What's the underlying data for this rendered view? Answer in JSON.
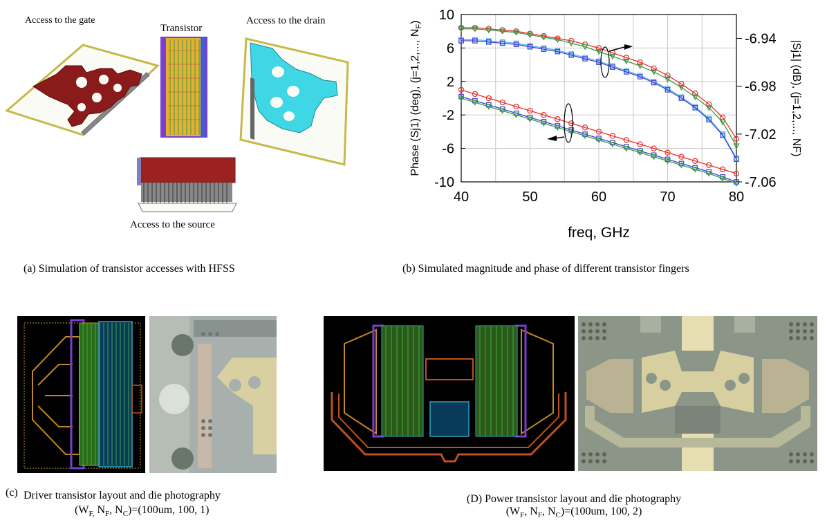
{
  "panel_a": {
    "labels": {
      "gate": "Access to the gate",
      "transistor": "Transistor",
      "drain": "Access to the drain",
      "source": "Access to the source"
    },
    "caption": "(a) Simulation of transistor accesses with HFSS"
  },
  "panel_b": {
    "caption": "(b) Simulated magnitude and phase of different transistor fingers"
  },
  "panel_c": {
    "caption_prefix": "(c)",
    "caption_line1": "Driver transistor layout and die photography",
    "caption_line2": "(W",
    "caption_line2_sub1": "F,",
    "caption_line2_mid1": " N",
    "caption_line2_sub2": "F",
    "caption_line2_mid2": ", N",
    "caption_line2_sub3": "C",
    "caption_line2_end": ")=(100um, 100, 1)"
  },
  "panel_d": {
    "caption_line1": "(D) Power transistor layout and die photography",
    "caption_line2": "(W",
    "caption_line2_sub1": "F",
    "caption_line2_mid1": ", N",
    "caption_line2_sub2": "F",
    "caption_line2_mid2": ", N",
    "caption_line2_sub3": "C",
    "caption_line2_end": ")=(100um, 100, 2)"
  },
  "colors": {
    "red": "#e8312a",
    "green": "#3a9a48",
    "blue": "#3b3fd8",
    "cyan": "#54b8e8",
    "grid": "#c8c8c8",
    "gate_metal": "#8b1a1a",
    "drain_metal": "#3fd6e6",
    "frame": "#c8b84a"
  },
  "chart_data": {
    "type": "line",
    "xlabel": "freq, GHz",
    "ylabel_left": "Phase (Sj1) (deg), (j=1,2,..., N",
    "ylabel_left_sub": "F",
    "ylabel_left_end": ")",
    "ylabel_right": "|Sj1| (dB), (j=1,2,..., NF)",
    "xlim": [
      40,
      80
    ],
    "ylim_left": [
      -10,
      10
    ],
    "ylim_right": [
      -7.06,
      -6.92
    ],
    "x_ticks": [
      "40",
      "50",
      "60",
      "70",
      "80"
    ],
    "y_left_ticks": [
      "10",
      "6",
      "2",
      "-2",
      "-6",
      "-10"
    ],
    "y_right_ticks": [
      "-6.94",
      "-6.98",
      "-7.02",
      "-7.06"
    ],
    "grid": true,
    "x": [
      40,
      42,
      44,
      46,
      48,
      50,
      52,
      54,
      56,
      58,
      60,
      62,
      64,
      66,
      68,
      70,
      72,
      74,
      76,
      78,
      80
    ],
    "series": [
      {
        "axis": "right",
        "color": "red",
        "marker": "circle",
        "values": [
          -6.931,
          -6.931,
          -6.932,
          -6.933,
          -6.934,
          -6.936,
          -6.938,
          -6.94,
          -6.942,
          -6.945,
          -6.948,
          -6.952,
          -6.956,
          -6.96,
          -6.965,
          -6.971,
          -6.978,
          -6.986,
          -6.995,
          -7.006,
          -7.024
        ]
      },
      {
        "axis": "right",
        "color": "green",
        "marker": "triangle",
        "values": [
          -6.932,
          -6.932,
          -6.933,
          -6.934,
          -6.935,
          -6.937,
          -6.939,
          -6.941,
          -6.944,
          -6.947,
          -6.951,
          -6.955,
          -6.959,
          -6.963,
          -6.968,
          -6.974,
          -6.981,
          -6.989,
          -6.998,
          -7.01,
          -7.03
        ]
      },
      {
        "axis": "right",
        "color": "cyan",
        "marker": "square",
        "values": [
          -6.941,
          -6.941,
          -6.942,
          -6.943,
          -6.944,
          -6.946,
          -6.948,
          -6.95,
          -6.953,
          -6.956,
          -6.959,
          -6.963,
          -6.967,
          -6.971,
          -6.976,
          -6.982,
          -6.989,
          -6.997,
          -7.007,
          -7.02,
          -7.04
        ]
      },
      {
        "axis": "right",
        "color": "blue",
        "marker": "square",
        "values": [
          -6.942,
          -6.942,
          -6.943,
          -6.944,
          -6.945,
          -6.947,
          -6.949,
          -6.951,
          -6.954,
          -6.957,
          -6.96,
          -6.964,
          -6.968,
          -6.972,
          -6.977,
          -6.983,
          -6.99,
          -6.998,
          -7.008,
          -7.021,
          -7.041
        ]
      },
      {
        "axis": "left",
        "color": "red",
        "marker": "circle",
        "values": [
          1.0,
          0.5,
          0.0,
          -0.5,
          -1.0,
          -1.5,
          -2.0,
          -2.5,
          -3.0,
          -3.5,
          -4.0,
          -4.5,
          -5.0,
          -5.5,
          -6.0,
          -6.5,
          -7.0,
          -7.5,
          -8.0,
          -8.5,
          -9.0
        ]
      },
      {
        "axis": "left",
        "color": "blue",
        "marker": "square",
        "values": [
          0.2,
          -0.3,
          -0.8,
          -1.3,
          -1.8,
          -2.3,
          -2.8,
          -3.3,
          -3.8,
          -4.3,
          -4.8,
          -5.3,
          -5.8,
          -6.3,
          -6.8,
          -7.3,
          -7.8,
          -8.3,
          -8.8,
          -9.4,
          -10.0
        ]
      },
      {
        "axis": "left",
        "color": "green",
        "marker": "triangle",
        "values": [
          0.0,
          -0.5,
          -1.0,
          -1.5,
          -2.0,
          -2.5,
          -3.0,
          -3.5,
          -4.0,
          -4.5,
          -5.0,
          -5.5,
          -6.0,
          -6.5,
          -7.0,
          -7.5,
          -8.0,
          -8.5,
          -9.0,
          -9.6,
          -10.2
        ]
      }
    ]
  }
}
